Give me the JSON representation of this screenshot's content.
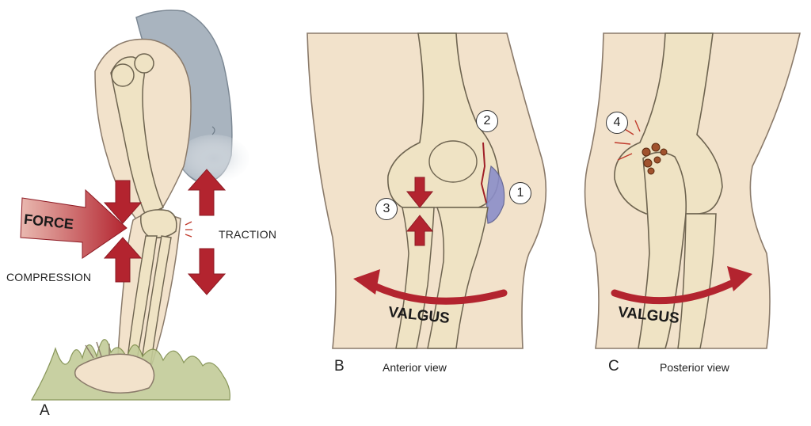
{
  "panels": {
    "a": {
      "letter": "A"
    },
    "b": {
      "letter": "B",
      "view": "Anterior view"
    },
    "c": {
      "letter": "C",
      "view": "Posterior view"
    }
  },
  "labels": {
    "force": "FORCE",
    "compression": "COMPRESSION",
    "traction": "TRACTION",
    "valgus_b": "VALGUS",
    "valgus_c": "VALGUS"
  },
  "markers": [
    "1",
    "2",
    "3",
    "4"
  ],
  "colors": {
    "skin": "#f2e2cb",
    "skin_outline": "#8a7a6a",
    "bone": "#efe3c4",
    "bone_outline": "#6e6450",
    "arrow_red": "#b3242f",
    "arrow_dark": "#8e1b24",
    "fabric": "#a9b4bf",
    "grass": "#7d8c4a",
    "ligament": "#8b8ec9",
    "text": "#222222"
  }
}
